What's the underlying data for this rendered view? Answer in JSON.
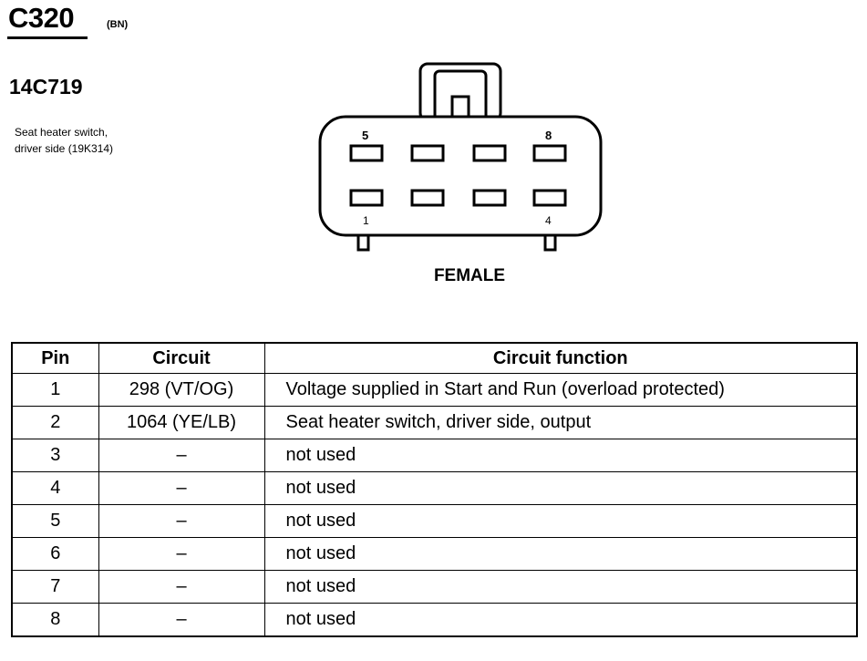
{
  "connector": {
    "id": "C320",
    "code": "(BN)",
    "part_number": "14C719",
    "description_lines": [
      "Seat heater switch,",
      "driver side (19K314)"
    ],
    "gender": "FEMALE"
  },
  "diagram_labels": {
    "top_left": "5",
    "top_right": "8",
    "bottom_left": "1",
    "bottom_right": "4"
  },
  "table": {
    "headers": [
      "Pin",
      "Circuit",
      "Circuit function"
    ],
    "rows": [
      {
        "pin": "1",
        "circuit": "298 (VT/OG)",
        "function": "Voltage supplied in Start and Run (overload protected)"
      },
      {
        "pin": "2",
        "circuit": "1064 (YE/LB)",
        "function": "Seat heater switch, driver side, output"
      },
      {
        "pin": "3",
        "circuit": "–",
        "function": "not used"
      },
      {
        "pin": "4",
        "circuit": "–",
        "function": "not used"
      },
      {
        "pin": "5",
        "circuit": "–",
        "function": "not used"
      },
      {
        "pin": "6",
        "circuit": "–",
        "function": "not used"
      },
      {
        "pin": "7",
        "circuit": "–",
        "function": "not used"
      },
      {
        "pin": "8",
        "circuit": "–",
        "function": "not used"
      }
    ]
  }
}
